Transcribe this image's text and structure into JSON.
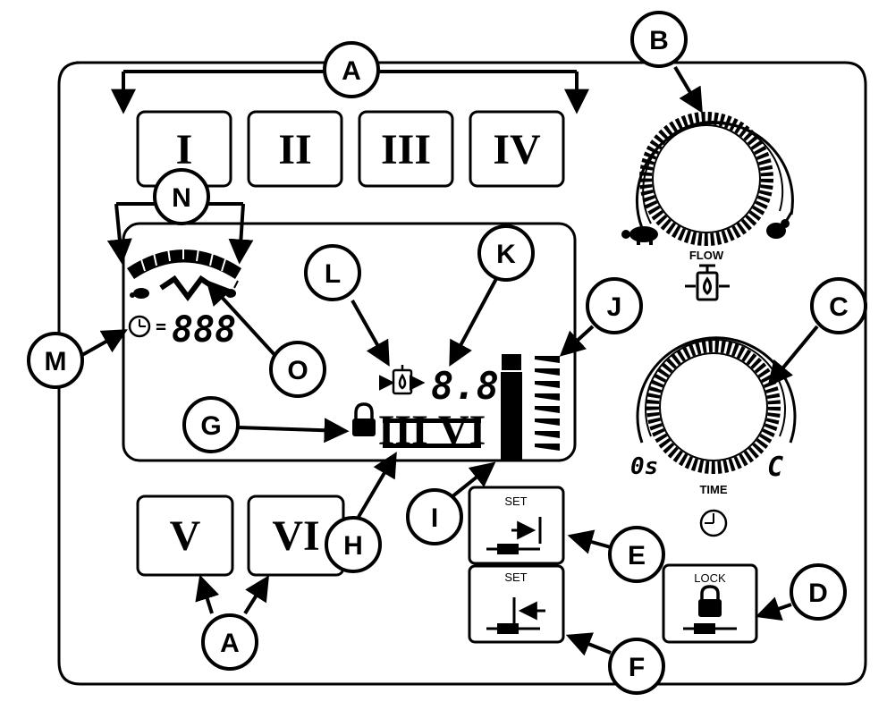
{
  "buttons": {
    "b1": "I",
    "b2": "II",
    "b3": "III",
    "b4": "IV",
    "b5": "V",
    "b6": "VI"
  },
  "knobs": {
    "flow_label": "FLOW",
    "time_label": "TIME",
    "time_min": "0s",
    "time_max": "C"
  },
  "display": {
    "seg_left": "888",
    "seg_eq": "=",
    "seg_mid": "8.8",
    "program_indicator": "III VI"
  },
  "keys": {
    "set_label": "SET",
    "lock_label": "LOCK"
  },
  "callouts": {
    "A": "A",
    "B": "B",
    "C": "C",
    "D": "D",
    "E": "E",
    "F": "F",
    "G": "G",
    "H": "H",
    "I": "I",
    "J": "J",
    "K": "K",
    "L": "L",
    "M": "M",
    "N": "N",
    "O": "O"
  }
}
